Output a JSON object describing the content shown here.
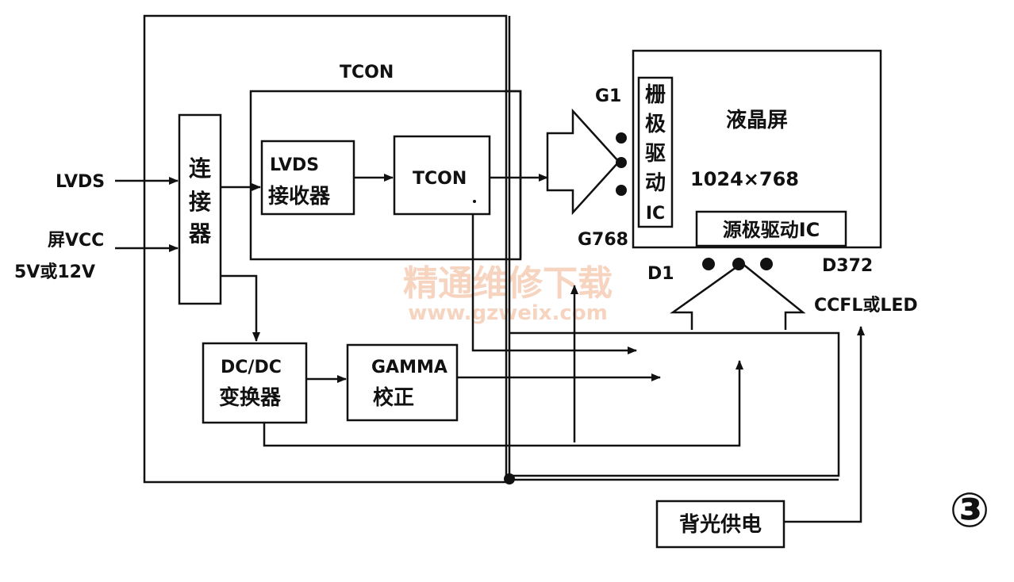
{
  "colors": {
    "line": "#111111",
    "watermark": "#f3c6aa",
    "background": "#ffffff"
  },
  "inputs": {
    "lvds": "LVDS",
    "vcc_line1": "屏VCC",
    "vcc_line2": "5V或12V"
  },
  "connector": [
    "连",
    "接",
    "器"
  ],
  "tcon": {
    "title": "TCON",
    "lvds_rx_line1": "LVDS",
    "lvds_rx_line2": "接收器",
    "tcon_block": "TCON"
  },
  "dcdc": {
    "line1": "DC/DC",
    "line2": "变换器"
  },
  "gamma": {
    "line1": "GAMMA",
    "line2": "校正"
  },
  "gate": {
    "first": "G1",
    "last": "G768",
    "chars": [
      "栅",
      "极",
      "驱",
      "动",
      "IC"
    ]
  },
  "panel": {
    "title": "液晶屏",
    "resolution": "1024×768",
    "source_driver": "源极驱动IC"
  },
  "source": {
    "first": "D1",
    "last": "D372"
  },
  "backlight": {
    "lamp": "CCFL或LED",
    "power": "背光供电"
  },
  "figure_number": "③",
  "watermark": {
    "line1": "精通维修下载",
    "line2": "www.gzweix.com"
  }
}
